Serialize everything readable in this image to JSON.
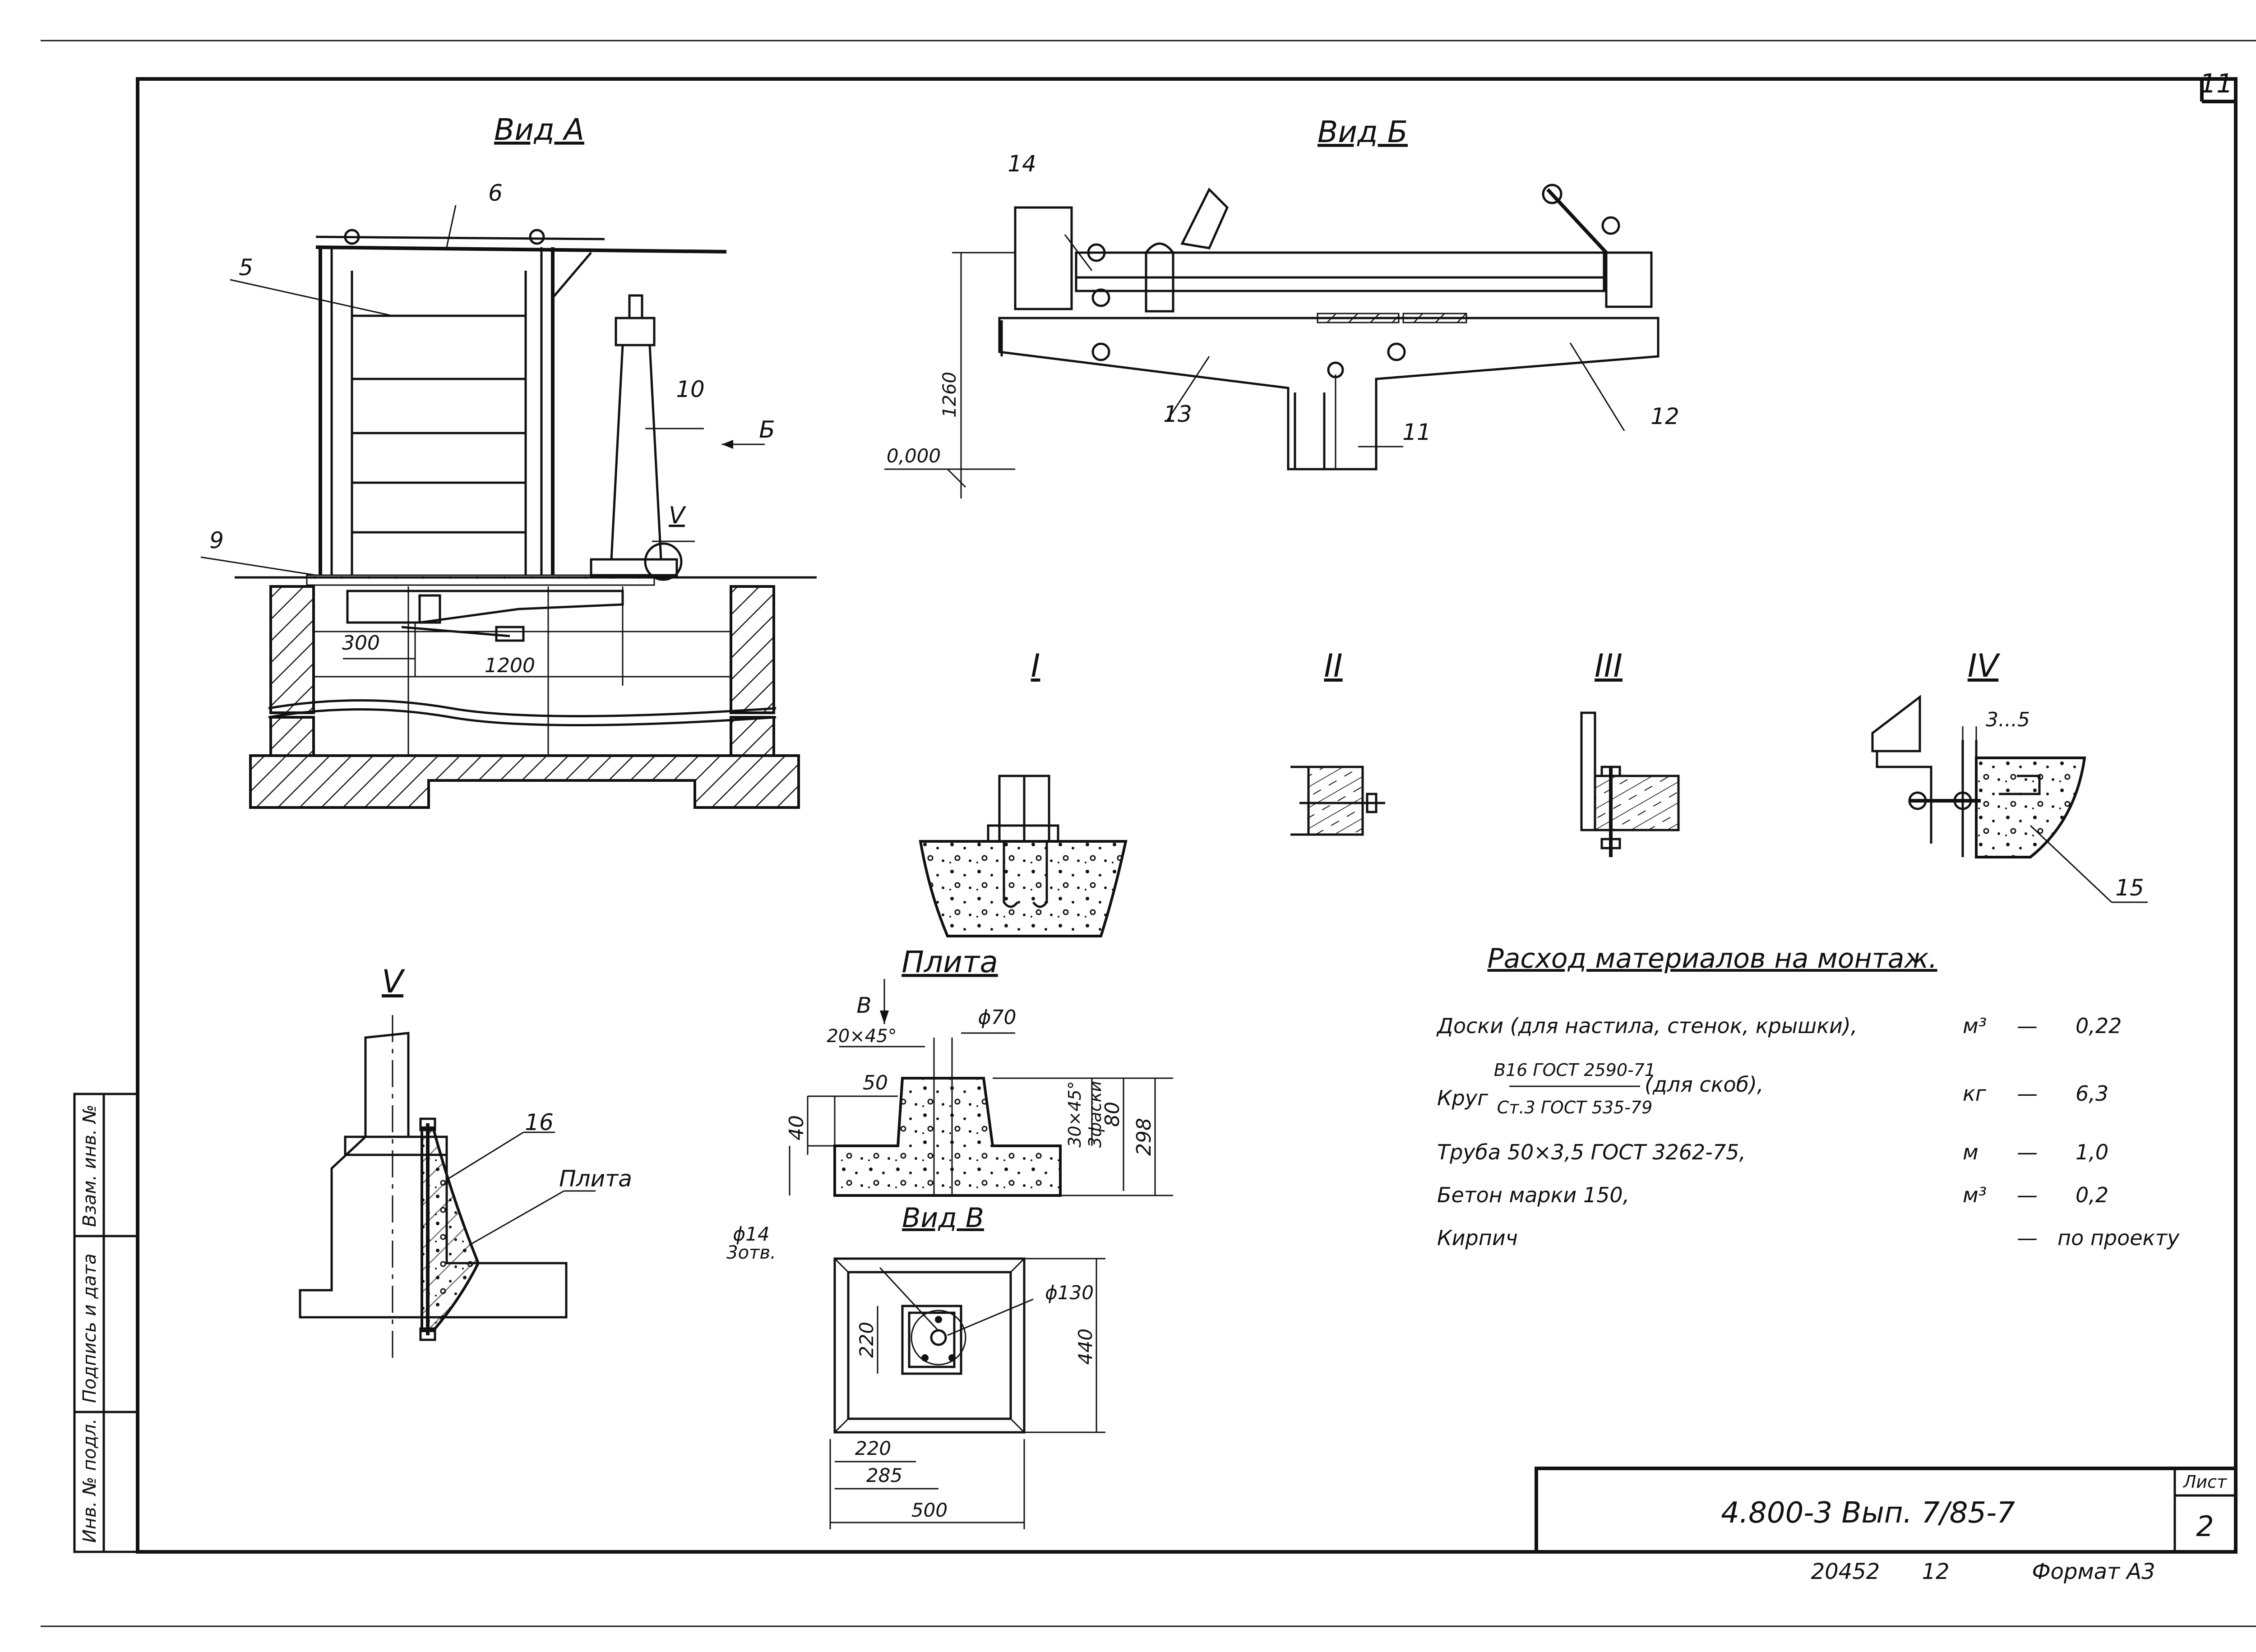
{
  "sheet_number": "11",
  "views": {
    "vid_a": "Вид А",
    "vid_b": "Вид Б",
    "vid_v": "Вид В",
    "plita": "Плита",
    "d1": "I",
    "d2": "II",
    "d3": "III",
    "d4": "IV",
    "d5": "V"
  },
  "callouts": {
    "c5": "5",
    "c6": "6",
    "c9": "9",
    "c10": "10",
    "c11": "11",
    "c12": "12",
    "c13": "13",
    "c14": "14",
    "c15": "15",
    "c16": "16",
    "b_arrow": "Б",
    "v_mark": "V",
    "plita_label": "Плита",
    "b_label": "В"
  },
  "dims": {
    "d300": "300",
    "d1200": "1200",
    "d1260": "1260",
    "d0000": "0,000",
    "d3_5": "3...5",
    "d20x45": "20×45°",
    "phi70": "ϕ70",
    "d50": "50",
    "d40": "40",
    "d30x45": "30×45°",
    "faski": "3фаски",
    "d80": "80",
    "d298": "298",
    "phi14": "ϕ14",
    "otv": "3отв.",
    "phi130": "ϕ130",
    "d220a": "220",
    "d220b": "220",
    "d285": "285",
    "d500": "500",
    "d440": "440"
  },
  "materials": {
    "title": "Расход материалов на монтаж.",
    "rows": [
      {
        "name": "Доски (для настила, стенок, крышки),",
        "unit": "м³",
        "dash": "—",
        "qty": "0,22"
      },
      {
        "name": "Круг",
        "num": "В16 ГОСТ 2590-71",
        "den": "Ст.3 ГОСТ 535-79",
        "suffix": "(для скоб),",
        "unit": "кг",
        "dash": "—",
        "qty": "6,3"
      },
      {
        "name": "Труба 50×3,5 ГОСТ 3262-75,",
        "unit": "м",
        "dash": "—",
        "qty": "1,0"
      },
      {
        "name": "Бетон марки 150,",
        "unit": "м³",
        "dash": "—",
        "qty": "0,2"
      },
      {
        "name": "Кирпич",
        "unit": "",
        "dash": "—",
        "qty": "по проекту"
      }
    ]
  },
  "side_stamp": {
    "f1": "Взам. инв. №",
    "f2": "Подпись и дата",
    "f3": "Инв. № подл."
  },
  "title_block": {
    "code": "4.800-3 Вып. 7/85-7",
    "list_label": "Лист",
    "list_num": "2"
  },
  "footer": {
    "archive": "20452",
    "copy": "12",
    "format": "Формат А3"
  }
}
